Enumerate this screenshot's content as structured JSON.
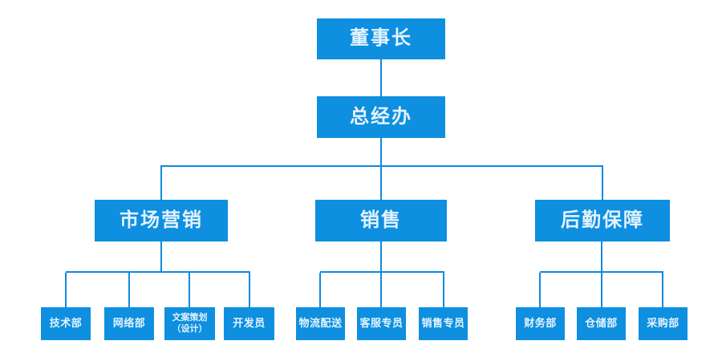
{
  "chart": {
    "type": "org-chart",
    "colors": {
      "box": "#0e8fdf",
      "line": "#1289dd",
      "text": "#e4f3fd",
      "background": "#ffffff"
    },
    "nodes": {
      "chairman": {
        "label": "董事长"
      },
      "gm_office": {
        "label": "总经办"
      },
      "marketing": {
        "label": "市场营销"
      },
      "sales": {
        "label": "销售"
      },
      "logistics": {
        "label": "后勤保障"
      },
      "tech": {
        "label": "技术部"
      },
      "network": {
        "label": "网络部"
      },
      "copywriting": {
        "label": "文案策划",
        "label_line2": "（设计）"
      },
      "developer": {
        "label": "开发员"
      },
      "delivery": {
        "label": "物流配送"
      },
      "customer_service": {
        "label": "客服专员"
      },
      "sales_specialist": {
        "label": "销售专员"
      },
      "finance": {
        "label": "财务部"
      },
      "warehouse": {
        "label": "仓储部"
      },
      "purchasing": {
        "label": "采购部"
      }
    },
    "hierarchy": [
      {
        "parent": "董事长",
        "children": [
          "总经办"
        ]
      },
      {
        "parent": "总经办",
        "children": [
          "市场营销",
          "销售",
          "后勤保障"
        ]
      },
      {
        "parent": "市场营销",
        "children": [
          "技术部",
          "网络部",
          "文案策划（设计）",
          "开发员"
        ]
      },
      {
        "parent": "销售",
        "children": [
          "物流配送",
          "客服专员",
          "销售专员"
        ]
      },
      {
        "parent": "后勤保障",
        "children": [
          "财务部",
          "仓储部",
          "采购部"
        ]
      }
    ]
  }
}
